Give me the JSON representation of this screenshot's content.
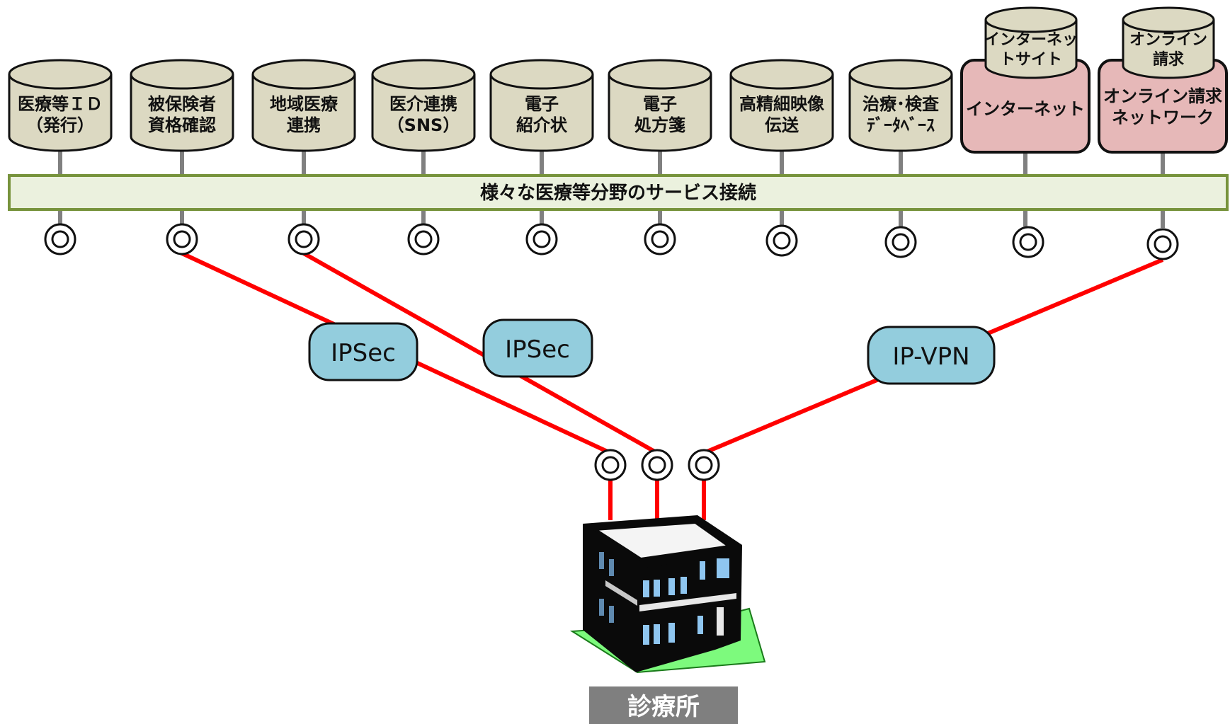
{
  "services": [
    {
      "line1": "医療等ＩＤ",
      "line2": "（発行）"
    },
    {
      "line1": "被保険者",
      "line2": "資格確認"
    },
    {
      "line1": "地域医療",
      "line2": "連携"
    },
    {
      "line1": "医介連携",
      "line2": "（SNS）"
    },
    {
      "line1": "電子",
      "line2": "紹介状"
    },
    {
      "line1": "電子",
      "line2": "処方箋"
    },
    {
      "line1": "高精細映像",
      "line2": "伝送"
    },
    {
      "line1": "治療･検査",
      "line2": "ﾃﾞｰﾀﾍﾞｰｽ"
    }
  ],
  "networks": [
    {
      "label": "インターネット",
      "db_line1": "インターネッ",
      "db_line2": "トサイト"
    },
    {
      "label_line1": "オンライン請求",
      "label_line2": "ネットワーク",
      "db_line1": "オンライン",
      "db_line2": "請求"
    }
  ],
  "bus_label": "様々な医療等分野のサービス接続",
  "connections": [
    {
      "label": "IPSec"
    },
    {
      "label": "IPSec"
    },
    {
      "label": "IP-VPN"
    }
  ],
  "clinic_label": "診療所",
  "colors": {
    "db_fill": "#dcd9c2",
    "net_fill": "#e6b8b8",
    "bus_fill": "#ebf1de",
    "bus_border": "#77933c",
    "pill_fill": "#93cddd",
    "link": "#ff0000",
    "clinic_label_bg": "#7f7f7f"
  }
}
